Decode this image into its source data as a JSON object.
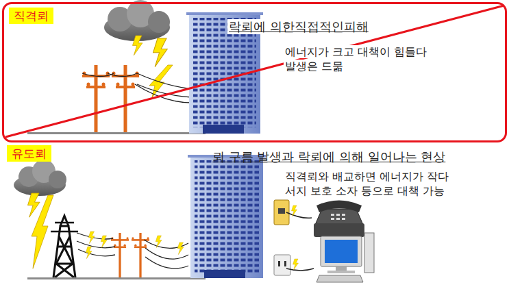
{
  "diagram": {
    "nodes": [
      {
        "text": [
          "락뢰에 의한직접적인피해",
          "에너지가 크고 대책이 힘들다",
          "발생은 드묾"
        ]
      },
      {
        "text": [
          "직격뢰"
        ],
        "in": 0
      },
      {
        "text": [
          "유도뢰"
        ]
      }
    ],
    "labels": [
      "뢰 구름 발생과 락뢰에 의해 일어나는 현상",
      "직격뢰와 배교하면 에너지가 작다",
      "서지 보호 소자 등으로 대책 가능"
    ]
  }
}
